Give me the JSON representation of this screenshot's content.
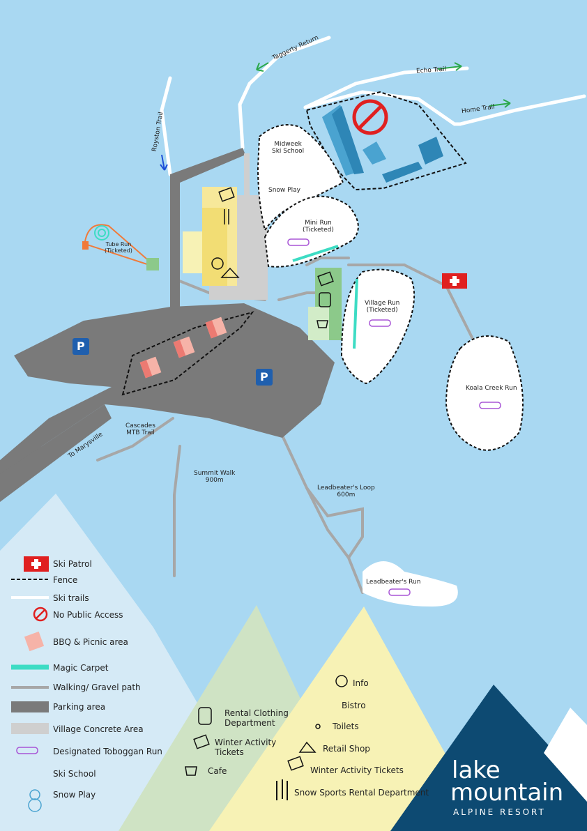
{
  "trails": {
    "taggerty_return": "Taggerty Return",
    "echo_trail": "Echo Trail",
    "home_trail": "Home Trail",
    "royston_trail": "Royston Trail"
  },
  "runs": {
    "midweek_school": "Midweek\nSki School",
    "snow_play": "Snow Play",
    "mini_run": "Mini Run\n(Ticketed)",
    "tube_run": "Tube Run\n(Ticketed)",
    "village_run": "Village Run\n(Ticketed)",
    "koala_creek": "Koala Creek Run",
    "leadbeaters_run": "Leadbeater's Run"
  },
  "walks": {
    "cascades": "Cascades\nMTB Trail",
    "to_marysville": "To Marysville",
    "summit": "Summit Walk\n900m",
    "leadbeaters_loop": "Leadbeater's Loop\n600m"
  },
  "legend_left": [
    {
      "label": "Ski Patrol",
      "icon": "ski-patrol-cross-icon"
    },
    {
      "label": "Fence",
      "icon": "fence-icon"
    },
    {
      "label": "Ski trails",
      "icon": "ski-trail-icon"
    },
    {
      "label": "No Public Access",
      "icon": "no-access-icon"
    },
    {
      "label": "BBQ & Picnic area",
      "icon": "bbq-icon"
    },
    {
      "label": "Magic Carpet",
      "icon": "magic-carpet-icon"
    },
    {
      "label": "Walking/ Gravel path",
      "icon": "path-icon"
    },
    {
      "label": "Parking area",
      "icon": "parking-area-icon"
    },
    {
      "label": "Village Concrete Area",
      "icon": "concrete-area-icon"
    },
    {
      "label": "Designated Toboggan Run",
      "icon": "toboggan-icon"
    },
    {
      "label": "Ski School",
      "icon": "skier-icon"
    },
    {
      "label": "Snow Play",
      "icon": "snowman-icon"
    }
  ],
  "legend_green": [
    {
      "label": "Rental Clothing\nDepartment",
      "icon": "jacket-icon"
    },
    {
      "label": "Winter Activity\nTickets",
      "icon": "ticket-icon"
    },
    {
      "label": "Cafe",
      "icon": "cup-icon"
    }
  ],
  "legend_yellow": [
    {
      "label": "Info",
      "icon": "info-icon"
    },
    {
      "label": "Bistro",
      "icon": "cutlery-icon"
    },
    {
      "label": "Toilets",
      "icon": "toilets-icon"
    },
    {
      "label": "Retail Shop",
      "icon": "hanger-icon"
    },
    {
      "label": "Winter Activity Tickets",
      "icon": "ticket-icon"
    },
    {
      "label": "Snow Sports Rental Department",
      "icon": "skis-icon"
    }
  ],
  "parking_symbol": "P",
  "logo": {
    "line1": "lake",
    "line2": "mountain",
    "line3": "ALPINE RESORT"
  },
  "colors": {
    "sky": "#a9d8f2",
    "parking": "#7a7a7a",
    "concrete": "#cfcfcf",
    "magic_carpet": "#3ddcc4",
    "toboggan": "#a855d6",
    "ski_patrol": "#e02020",
    "logo_blue": "#0d4a72"
  }
}
